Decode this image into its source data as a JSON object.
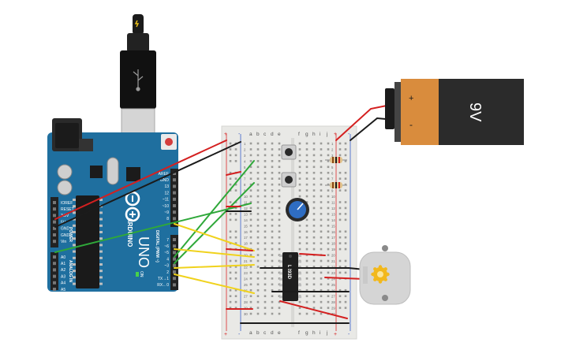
{
  "arduino": {
    "logo_brand": "ARDUINO",
    "model": "UNO",
    "on_label": "ON",
    "power_header_label": "POWER",
    "analog_header_label": "ANALOG IN",
    "digital_header_label": "DIGITAL (PWM ~)",
    "power_pins": [
      "IOREF",
      "RESET",
      "3.3V",
      "5V",
      "GND",
      "GND",
      "Vin"
    ],
    "analog_pins": [
      "A0",
      "A1",
      "A2",
      "A3",
      "A4",
      "A5"
    ],
    "digital_top_pins": [
      "AREF",
      "GND",
      "13",
      "12",
      "~11",
      "~10",
      "~9",
      "8"
    ],
    "digital_bottom_pins": [
      "7",
      "~6",
      "~5",
      "4",
      "~3",
      "2",
      "TX→1",
      "RX←0"
    ],
    "colors": {
      "board": "#1f6f9f",
      "header": "#222222",
      "chip": "#1a1a1a"
    }
  },
  "breadboard": {
    "column_letters_left": [
      "a",
      "b",
      "c",
      "d",
      "e"
    ],
    "column_letters_right": [
      "f",
      "g",
      "h",
      "i",
      "j"
    ],
    "row_numbers": [
      "1",
      "2",
      "3",
      "4",
      "5",
      "6",
      "7",
      "8",
      "9",
      "10",
      "11",
      "12",
      "13",
      "14",
      "15",
      "16",
      "17",
      "18",
      "19",
      "20",
      "21",
      "22",
      "23",
      "24",
      "25",
      "26",
      "27",
      "28",
      "29",
      "30"
    ],
    "rail_plus": "+",
    "rail_minus": "-"
  },
  "ic": {
    "label": "L293D"
  },
  "battery": {
    "label": "9V",
    "plus": "+",
    "minus": "-",
    "colors": {
      "cap": "#d98c3d",
      "body": "#2b2b2b"
    }
  },
  "wire_colors": {
    "red": "#d42020",
    "black": "#1b1b1b",
    "green": "#2fa83a",
    "yellow": "#f0d21c"
  }
}
